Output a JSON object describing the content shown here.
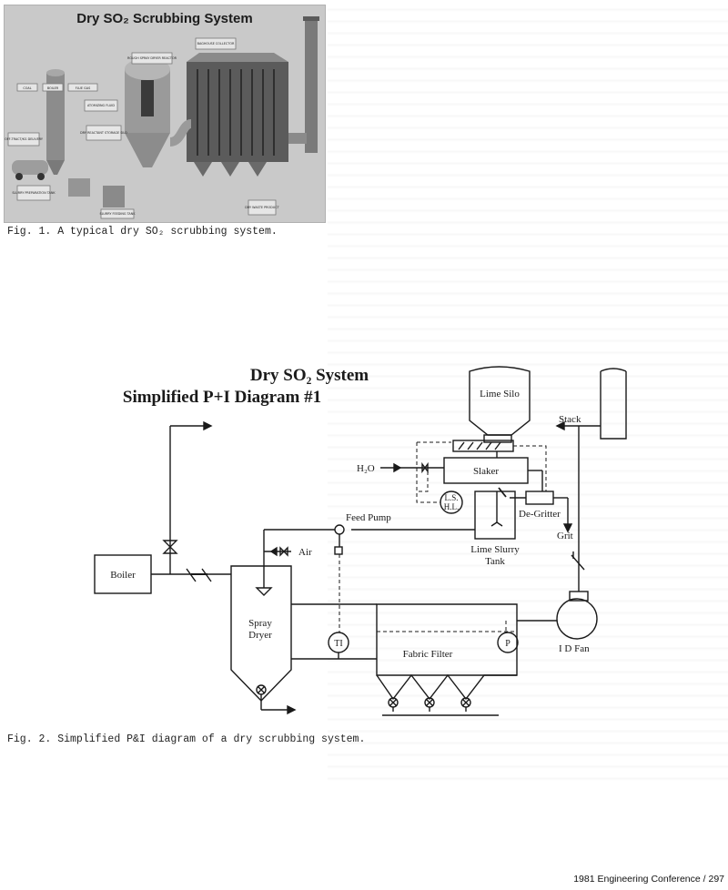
{
  "figure1": {
    "title": "Dry SO₂ Scrubbing System",
    "labels": {
      "coal": "COAL",
      "boiler": "BOILER",
      "flue_gas": "FLUE GAS",
      "lime_delivery": "OFF-TRACT/KG DELIVERY",
      "lime_storage": "DRY REACTANT STORAGE SILO",
      "slurry_prep": "SLURRY PREPARATION TANK",
      "slurry_feed": "SLURRY FEEDING TANK",
      "atomizing_fluid": "ATOMIZING FLUID",
      "spray_dryer": "ROUGH SPRAY DRYER REACTOR",
      "collector": "BAGHOUSE COLLECTOR",
      "waste_product": "DRY WASTE PRODUCT"
    },
    "caption": "Fig. 1.  A typical dry SO₂ scrubbing system."
  },
  "figure2": {
    "title_line1": "Dry SO₂ System",
    "title_line2": "Simplified P+I Diagram #1",
    "labels": {
      "lime_silo": "Lime Silo",
      "stack": "Stack",
      "h2o": "H₂O",
      "slaker": "Slaker",
      "lshl_line1": "L.S.",
      "lshl_line2": "H.L.",
      "de_gritter": "De-Gritter",
      "grit": "Grit",
      "feed_pump": "Feed Pump",
      "lime_slurry_line1": "Lime Slurry",
      "lime_slurry_line2": "Tank",
      "air": "Air",
      "boiler": "Boiler",
      "spray_line1": "Spray",
      "spray_line2": "Dryer",
      "ti": "TI",
      "fabric_filter": "Fabric Filter",
      "p": "P",
      "id_fan": "I D Fan"
    },
    "caption": "Fig. 2.  Simplified P&I diagram of a dry scrubbing system."
  },
  "footer": "1981 Engineering Conference  /  297"
}
